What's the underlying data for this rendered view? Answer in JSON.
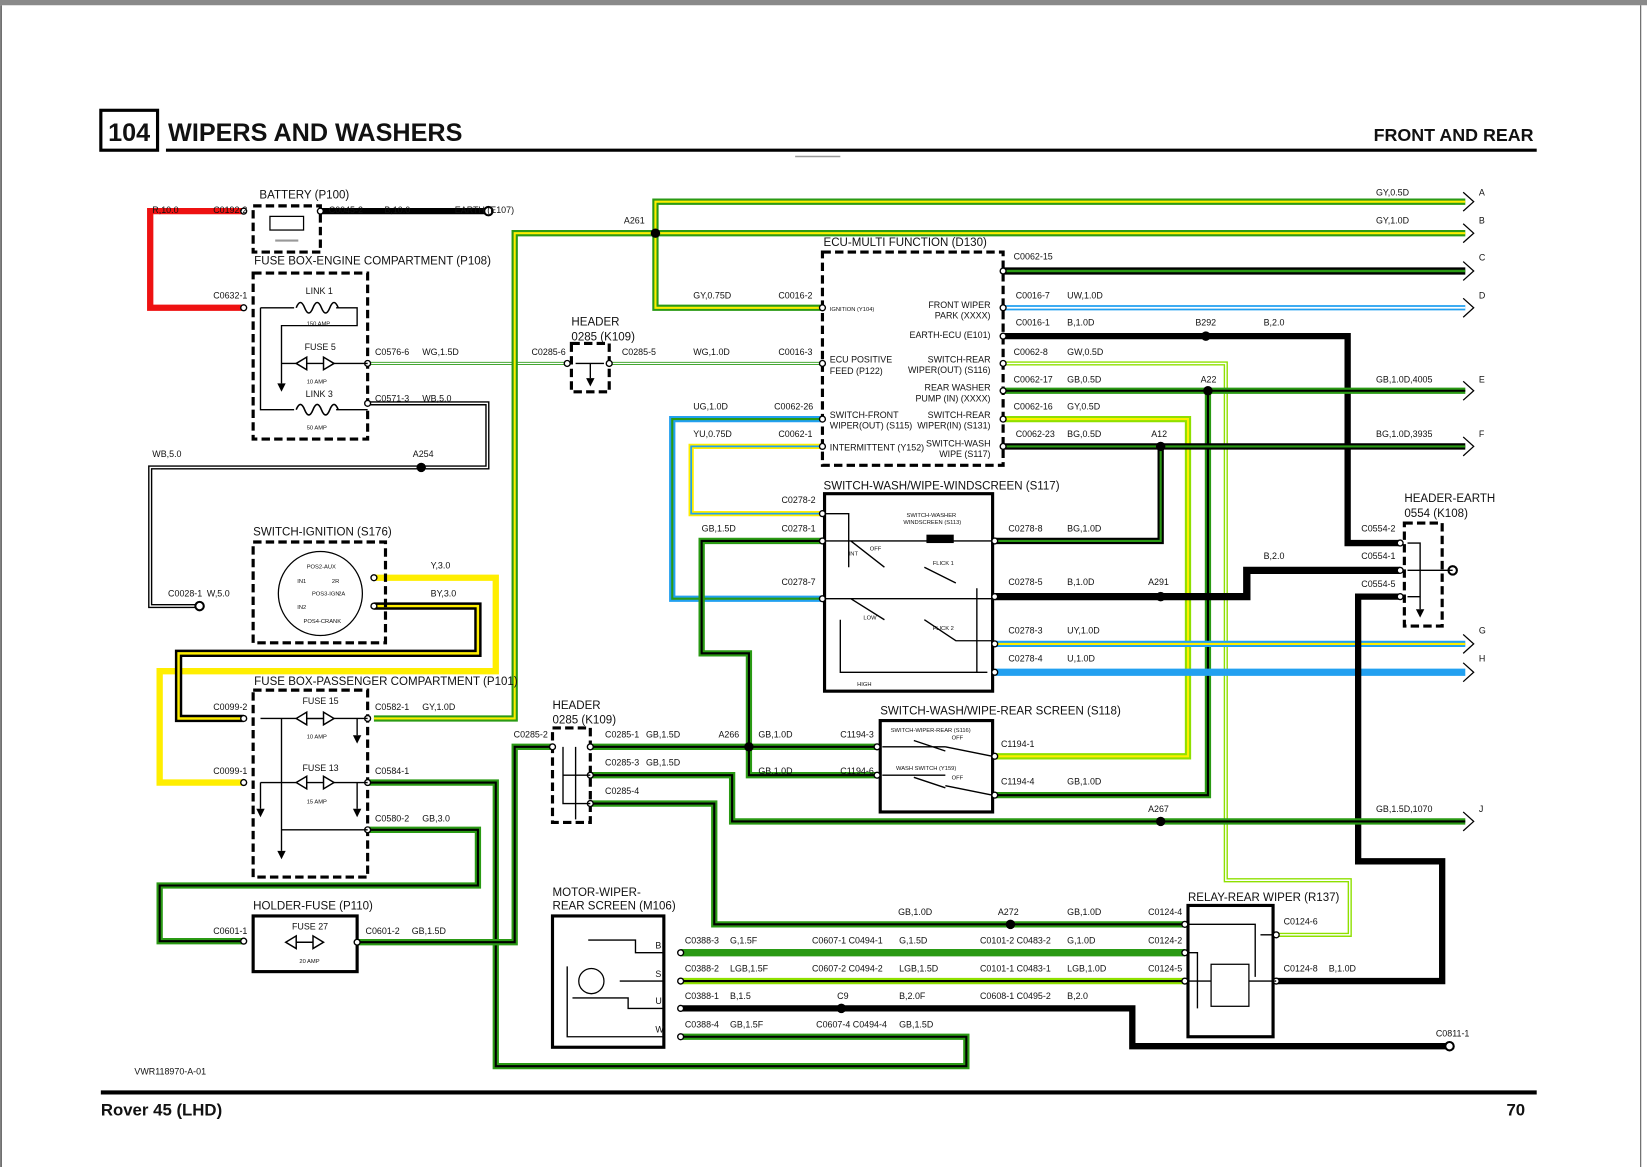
{
  "header": {
    "section_number": "104",
    "title": "WIPERS AND WASHERS",
    "subtitle": "FRONT AND REAR"
  },
  "footer": {
    "model": "Rover 45 (LHD)",
    "page_number": "70",
    "drawing_ref": "VWR118970-A-01"
  },
  "wire_colors": {
    "red": "#ee1111",
    "green": "#2a9a14",
    "light_green": "#8fe000",
    "yellow": "#ffee00",
    "blue": "#22a0f0",
    "black": "#000000",
    "white": "#ffffff"
  },
  "components": {
    "battery": "BATTERY (P100)",
    "fusebox_engine": "FUSE BOX-ENGINE COMPARTMENT (P108)",
    "link1": "LINK 1",
    "link1_rating": "150 AMP",
    "fuse5": "FUSE 5",
    "fuse5_rating": "10 AMP",
    "link3": "LINK 3",
    "link3_rating": "50 AMP",
    "header_k109_a": "HEADER",
    "header_k109_b": "0285 (K109)",
    "ecu": "ECU-MULTI FUNCTION (D130)",
    "ecu_pins_left": [
      "IGNITION (Y104)",
      "ECU POSITIVE",
      "FEED (P122)",
      "SWITCH-FRONT",
      "WIPER(OUT) (S115)",
      "INTERMITTENT (Y152)"
    ],
    "ecu_pins_right": [
      "FRONT WIPER",
      "PARK (XXXX)",
      "EARTH-ECU (E101)",
      "SWITCH-REAR",
      "WIPER(OUT) (S116)",
      "REAR WASHER",
      "PUMP (IN) (XXXX)",
      "SWITCH-REAR",
      "WIPER(IN) (S131)",
      "SWITCH-WASH",
      "WIPE (S117)"
    ],
    "switch_windscreen": "SWITCH-WASH/WIPE-WINDSCREEN (S117)",
    "switch_windscreen_inner": [
      "SWITCH-WASHER",
      "WINDSCREEN (S113)",
      "INT",
      "OFF",
      "FLICK 1",
      "LOW",
      "FLICK 2",
      "HIGH"
    ],
    "header_earth_a": "HEADER-EARTH",
    "header_earth_b": "0554 (K108)",
    "switch_ignition": "SWITCH-IGNITION (S176)",
    "switch_ignition_inner": [
      "POS2-AUX",
      "IN1",
      "2R",
      "POS3-IGN",
      "2A",
      "IN2",
      "POS4-CRANK"
    ],
    "fusebox_passenger": "FUSE BOX-PASSENGER COMPARTMENT (P101)",
    "fuse15": "FUSE 15",
    "fuse15_rating": "10 AMP",
    "fuse13": "FUSE 13",
    "fuse13_rating": "15 AMP",
    "holder_fuse": "HOLDER-FUSE (P110)",
    "fuse27": "FUSE 27",
    "fuse27_rating": "20 AMP",
    "switch_rear": "SWITCH-WASH/WIPE-REAR SCREEN (S118)",
    "switch_rear_inner": [
      "SWITCH-WIPER-REAR (S116)",
      "OFF",
      "WASH SWITCH (Y159)",
      "OFF"
    ],
    "motor_a": "MOTOR-WIPER-",
    "motor_b": "REAR SCREEN (M106)",
    "motor_pins": [
      "B",
      "S",
      "U",
      "W"
    ],
    "relay": "RELAY-REAR WIPER (R137)",
    "earth_e107": "EARTH (E107)"
  },
  "connectors": [
    "C0192-2",
    "C0632-1",
    "C0045-2",
    "C0576-6",
    "C0571-3",
    "C0285-6",
    "C0285-5",
    "C0016-3",
    "C0016-2",
    "C0062-26",
    "C0062-1",
    "C0062-15",
    "C0016-7",
    "C0016-1",
    "C0062-8",
    "C0062-17",
    "C0062-16",
    "C0062-23",
    "C0278-2",
    "C0278-1",
    "C0278-7",
    "C0278-8",
    "C0278-5",
    "C0278-3",
    "C0278-4",
    "C0554-2",
    "C0554-1",
    "C0554-5",
    "C0028-1",
    "C0099-2",
    "C0582-1",
    "C0099-1",
    "C0584-1",
    "C0580-2",
    "C0601-1",
    "C0601-2",
    "C0285-2",
    "C0285-1",
    "C0285-3",
    "C0285-4",
    "C1194-3",
    "C1194-6",
    "C1194-1",
    "C1194-4",
    "C0124-4",
    "C0124-2",
    "C0124-5",
    "C0124-6",
    "C0124-8",
    "C0388-3",
    "C0388-2",
    "C0388-1",
    "C0388-4",
    "C0607-1 C0494-1",
    "C0607-2 C0494-2",
    "C0608-1 C0495-2",
    "C0607-4 C0494-4",
    "C0101-2 C0483-2",
    "C0101-1 C0483-1",
    "C0811-1"
  ],
  "wire_labels": [
    "R,10.0",
    "B,10.0",
    "WG,1.5D",
    "WB,5.0",
    "WB,5.0",
    "W,5.0",
    "WG,1.0D",
    "GY,0.75D",
    "UG,1.0D",
    "YU,0.75D",
    "GY,0.5D",
    "GY,1.0D",
    "UW,1.0D",
    "B,1.0D",
    "B,2.0",
    "GW,0.5D",
    "GB,0.5D",
    "GB,1.0D,4005",
    "GY,0.5D",
    "BG,0.5D",
    "BG,1.0D,3935",
    "GB,1.5D",
    "BG,1.0D",
    "B,1.0D",
    "B,2.0",
    "UY,1.0D",
    "U,1.0D",
    "Y,3.0",
    "BY,3.0",
    "GY,1.0D",
    "GB,3.0",
    "GB,1.5D",
    "GB,1.5D",
    "GB,1.5D",
    "GB,1.0D",
    "GB,1.0D",
    "GB,1.0D",
    "GB,1.5D,1070",
    "GB,1.0D",
    "GB,1.0D",
    "G,1.5F",
    "G,1.5D",
    "G,1.0D",
    "LGB,1.5F",
    "LGB,1.5D",
    "LGB,1.0D",
    "B,1.5",
    "B,2.0F",
    "B,2.0",
    "GB,1.5F",
    "GB,1.5D",
    "B,1.0D"
  ],
  "splices": [
    "A261",
    "A254",
    "B292",
    "A22",
    "A12",
    "A291",
    "A266",
    "A267",
    "A272",
    "C9"
  ],
  "harness_ends": [
    "A",
    "B",
    "C",
    "D",
    "E",
    "F",
    "G",
    "H",
    "J"
  ]
}
